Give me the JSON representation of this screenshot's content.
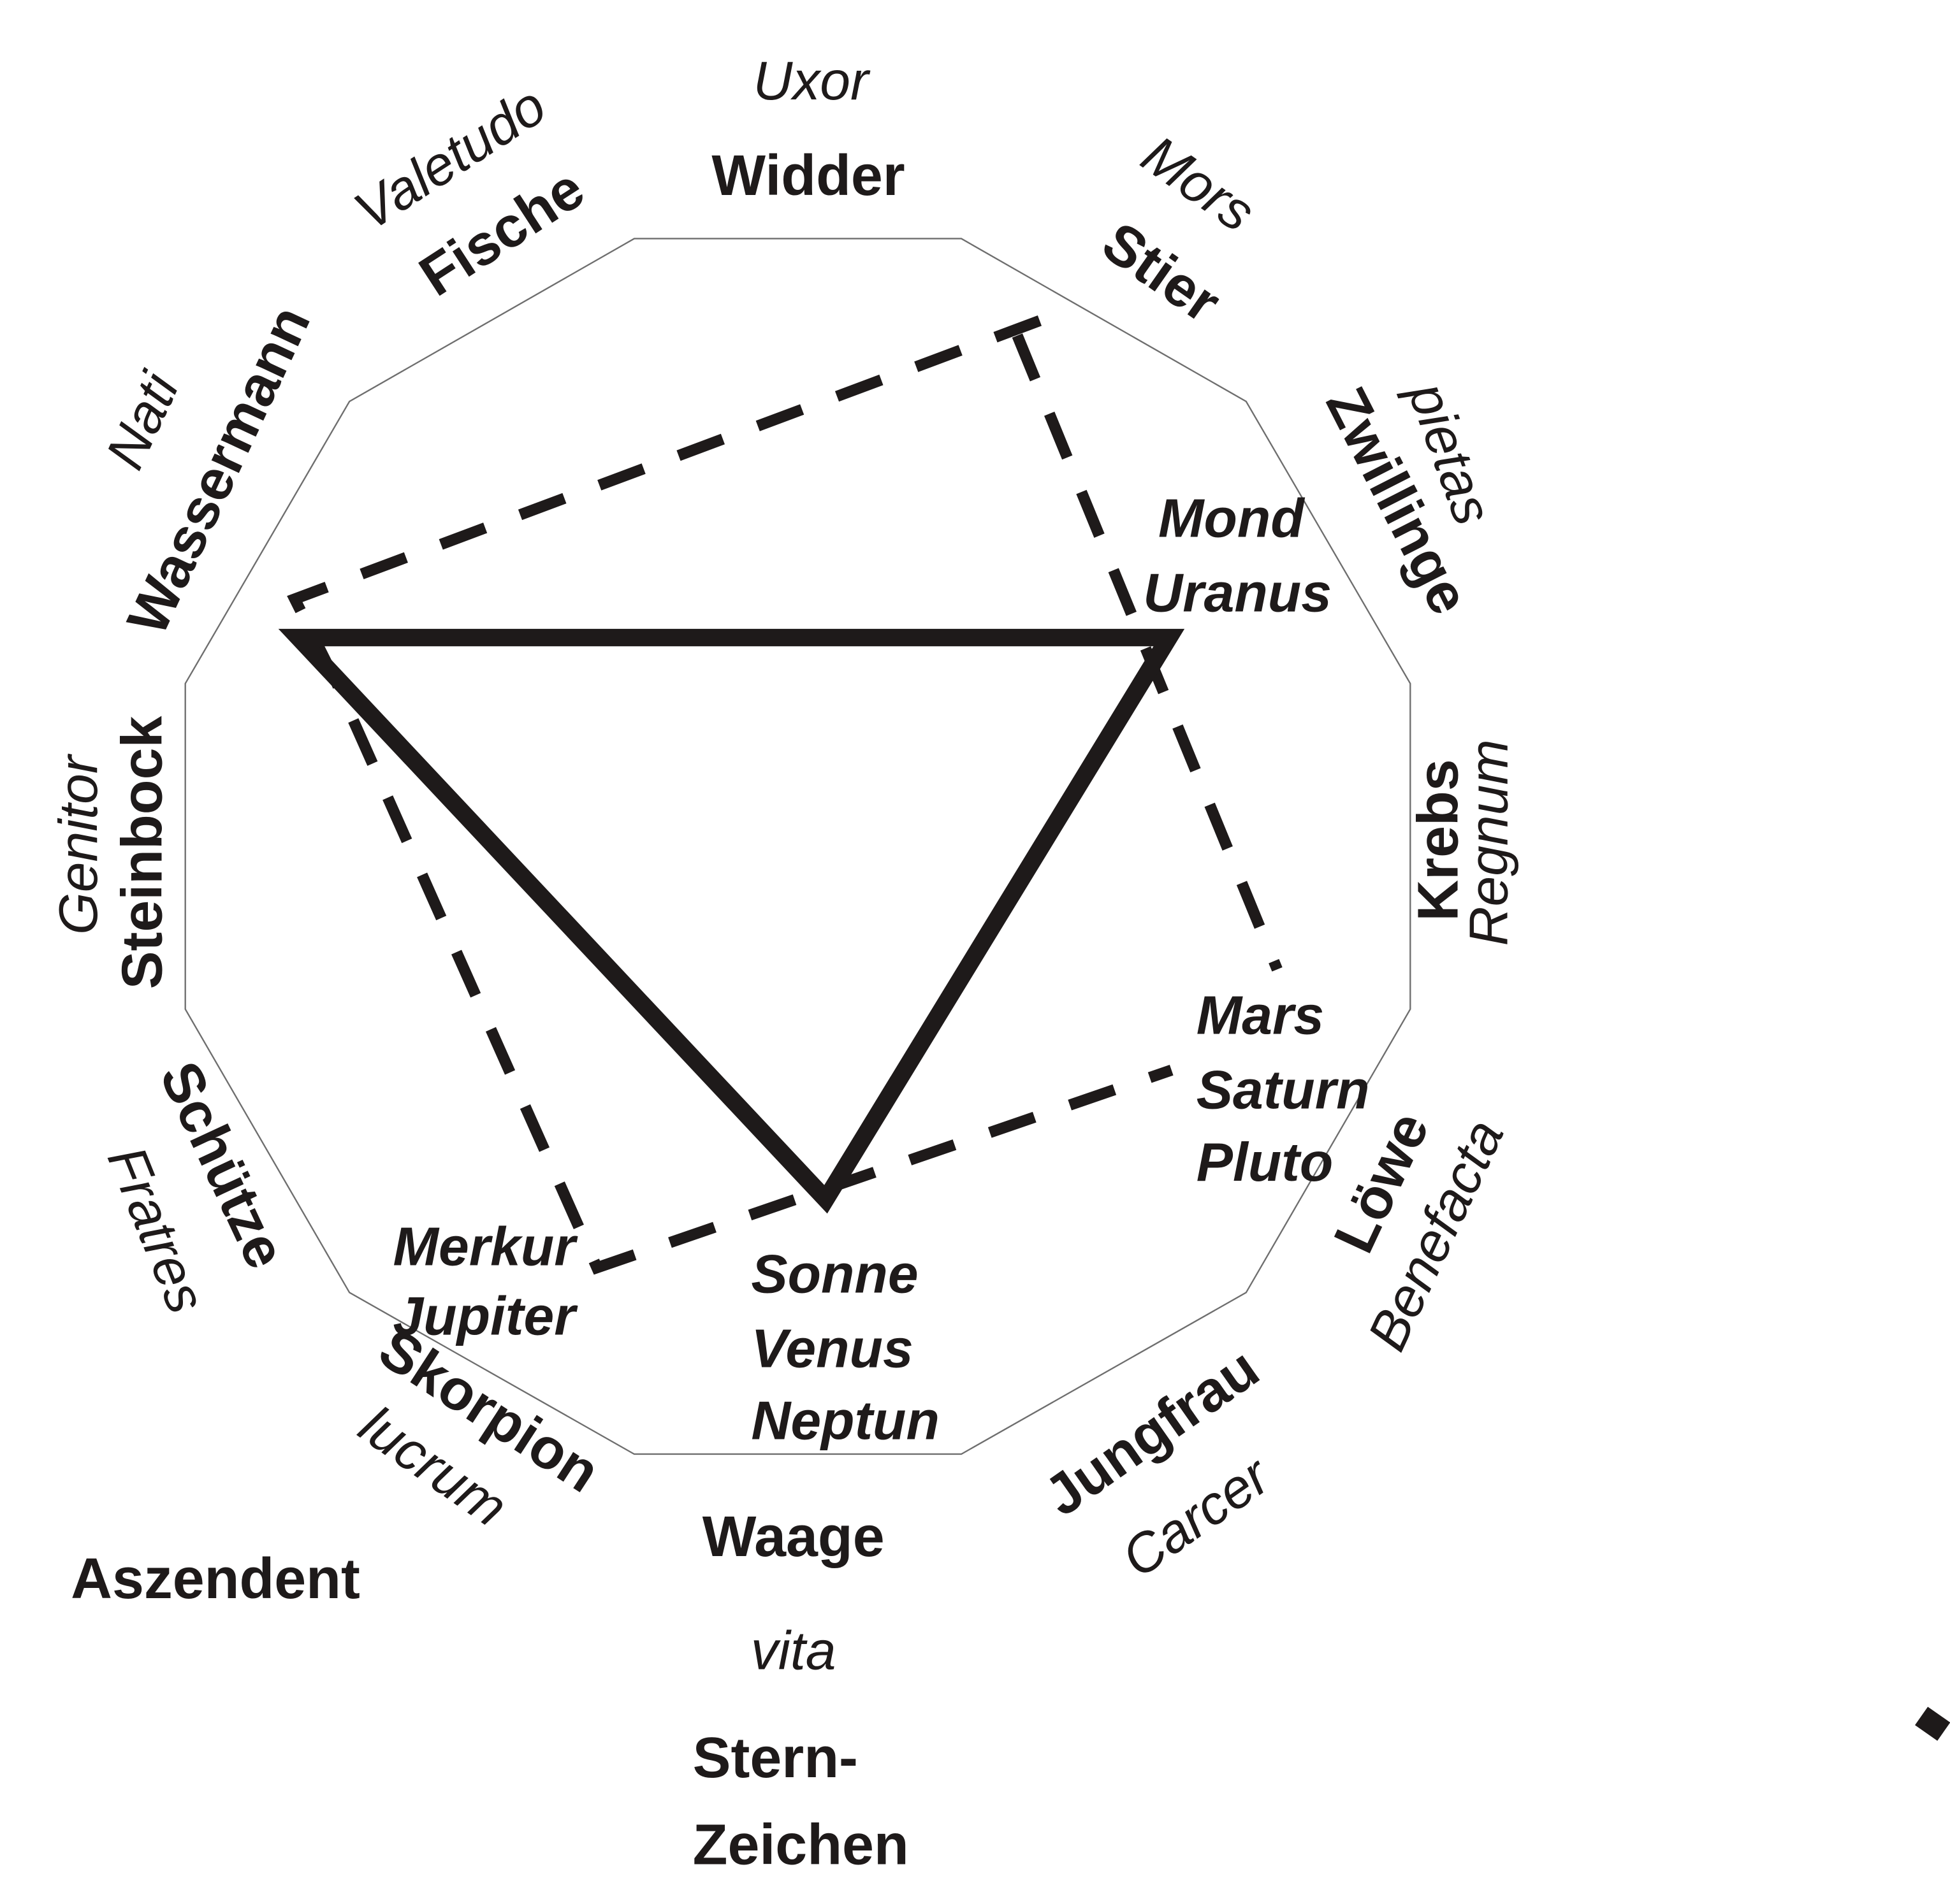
{
  "signs": [
    {
      "name": "Widder",
      "house": "Uxor"
    },
    {
      "name": "Stier",
      "house": "Mors"
    },
    {
      "name": "Zwillinge",
      "house": "pietas"
    },
    {
      "name": "Krebs",
      "house": "Regnum"
    },
    {
      "name": "Löwe",
      "house": "Benefacta"
    },
    {
      "name": "Jungfrau",
      "house": "Carcer"
    },
    {
      "name": "Waage",
      "house": "vita"
    },
    {
      "name": "Skorpion",
      "house": "lucrum"
    },
    {
      "name": "Schütze",
      "house": "Fratres"
    },
    {
      "name": "Steinbock",
      "house": "Genitor"
    },
    {
      "name": "Wassermann",
      "house": "Nati"
    },
    {
      "name": "Fische",
      "house": "Valetudo"
    }
  ],
  "planet_groups": {
    "upper_right": [
      "Mond",
      "Uranus"
    ],
    "right": [
      "Mars",
      "Saturn",
      "Pluto"
    ],
    "bottom": [
      "Sonne",
      "Venus",
      "Neptun"
    ],
    "lower_left": [
      "Merkur",
      "Jupiter"
    ]
  },
  "captions": {
    "ascendant": "Aszendent",
    "zodiac_line1": "Stern-",
    "zodiac_line2": "Zeichen"
  },
  "shapes": {
    "triangle": "trine (solid)",
    "square": "square (dashed)"
  },
  "colors": {
    "ink": "#1e1a1a",
    "outline": "#6e6e6e",
    "background": "#ffffff"
  }
}
